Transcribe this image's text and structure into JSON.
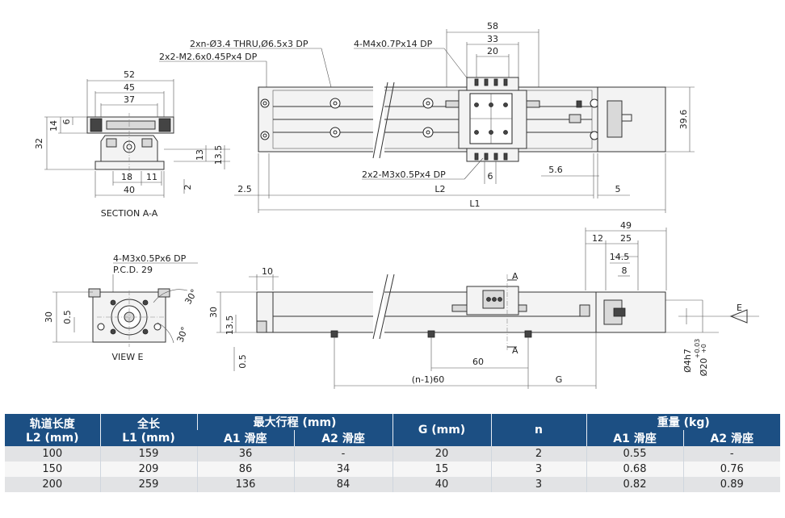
{
  "drawing": {
    "section_aa": {
      "title": "SECTION A-A",
      "dims": {
        "w52": "52",
        "w45": "45",
        "w37": "37",
        "h14": "14",
        "h6": "6",
        "h32": "32",
        "h13": "13",
        "h13_5": "13.5",
        "w18": "18",
        "w11": "11",
        "w40": "40",
        "h2": "2"
      }
    },
    "top_view": {
      "note_thru": "2xn-Ø3.4 THRU,Ø6.5x3 DP",
      "note_m26": "2x2-M2.6x0.45Px4 DP",
      "note_m4": "4-M4x0.7Px14 DP",
      "note_m3": "2x2-M3x0.5Px4 DP",
      "dims": {
        "d58": "58",
        "d33": "33",
        "d20": "20",
        "d39_6": "39.6",
        "d6": "6",
        "d5_6": "5.6",
        "d2_5": "2.5",
        "dL2": "L2",
        "d5": "5",
        "dL1": "L1"
      }
    },
    "view_e": {
      "title": "VIEW E",
      "note_m3": "4-M3x0.5Px6 DP",
      "note_pcd": "P.C.D. 29",
      "dims": {
        "d30a": "30",
        "d0_5": "0.5",
        "ang30a": "30°",
        "ang30b": "30°"
      }
    },
    "side_view": {
      "label_a_top": "A",
      "label_a_bottom": "A",
      "label_e": "E",
      "dims": {
        "d10": "10",
        "d30": "30",
        "d13_5": "13.5",
        "d0_5": "0.5",
        "d49": "49",
        "d12": "12",
        "d25": "25",
        "d14_5": "14.5",
        "d8": "8",
        "d60": "60",
        "dn60": "(n-1)60",
        "dG": "G",
        "dphi4": "Ø4h7",
        "dphi20": "Ø20",
        "tol_up": "+0.03",
        "tol_dn": "+0"
      }
    }
  },
  "table": {
    "headers": {
      "rail_length": "轨道长度",
      "rail_length_unit": "L2 (mm)",
      "total_length": "全长",
      "total_length_unit": "L1 (mm)",
      "max_stroke": "最大行程 (mm)",
      "g": "G (mm)",
      "n": "n",
      "weight": "重量 (kg)",
      "a1": "A1 滑座",
      "a2": "A2 滑座",
      "a1w": "A1 滑座",
      "a2w": "A2 滑座"
    },
    "rows": [
      {
        "l2": "100",
        "l1": "159",
        "s1": "36",
        "s2": "-",
        "g": "20",
        "n": "2",
        "w1": "0.55",
        "w2": "-"
      },
      {
        "l2": "150",
        "l1": "209",
        "s1": "86",
        "s2": "34",
        "g": "15",
        "n": "3",
        "w1": "0.68",
        "w2": "0.76"
      },
      {
        "l2": "200",
        "l1": "259",
        "s1": "136",
        "s2": "84",
        "g": "40",
        "n": "3",
        "w1": "0.82",
        "w2": "0.89"
      }
    ]
  }
}
